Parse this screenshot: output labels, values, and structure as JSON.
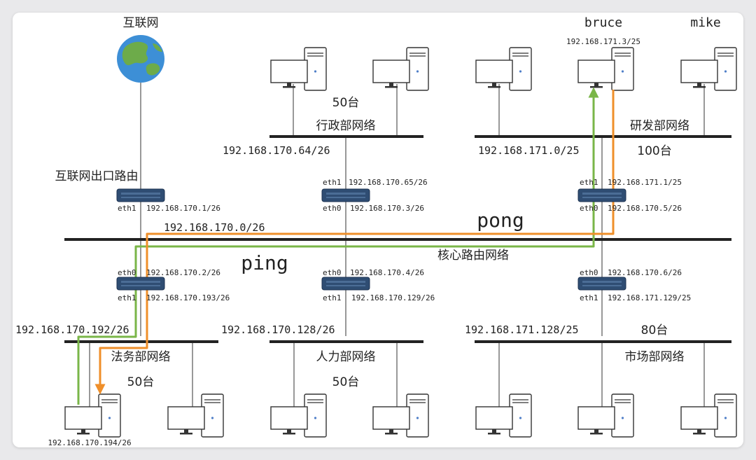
{
  "internet": {
    "label": "互联网",
    "router_label": "互联网出口路由"
  },
  "hosts": {
    "bruce": "bruce",
    "mike": "mike",
    "bruce_ip": "192.168.171.3/25",
    "fawu_host_ip": "192.168.170.194/26"
  },
  "networks": {
    "xingzheng": {
      "name": "行政部网络",
      "count": "50台",
      "subnet": "192.168.170.64/26"
    },
    "yanfa": {
      "name": "研发部网络",
      "count": "100台",
      "subnet": "192.168.171.0/25"
    },
    "core": {
      "name": "核心路由网络",
      "subnet": "192.168.170.0/26"
    },
    "fawu": {
      "name": "法务部网络",
      "count": "50台",
      "subnet": "192.168.170.192/26"
    },
    "renli": {
      "name": "人力部网络",
      "count": "50台",
      "subnet": "192.168.170.128/26"
    },
    "shichang": {
      "name": "市场部网络",
      "count": "80台",
      "subnet": "192.168.171.128/25"
    }
  },
  "routers": {
    "inet": {
      "if1": "eth1",
      "ip1": "192.168.170.1/26"
    },
    "xingzheng": {
      "if1": "eth1",
      "ip1": "192.168.170.65/26",
      "if0": "eth0",
      "ip0": "192.168.170.3/26"
    },
    "yanfa": {
      "if1": "eth1",
      "ip1": "192.168.171.1/25",
      "if0": "eth0",
      "ip0": "192.168.170.5/26"
    },
    "fawu": {
      "if0": "eth0",
      "ip0": "192.168.170.2/26",
      "if1": "eth1",
      "ip1": "192.168.170.193/26"
    },
    "renli": {
      "if0": "eth0",
      "ip0": "192.168.170.4/26",
      "if1": "eth1",
      "ip1": "192.168.170.129/26"
    },
    "shichang": {
      "if0": "eth0",
      "ip0": "192.168.170.6/26",
      "if1": "eth1",
      "ip1": "192.168.171.129/25"
    }
  },
  "paths": {
    "ping": "ping",
    "pong": "pong",
    "ping_color": "#7ab648",
    "pong_color": "#ef8f2a"
  }
}
